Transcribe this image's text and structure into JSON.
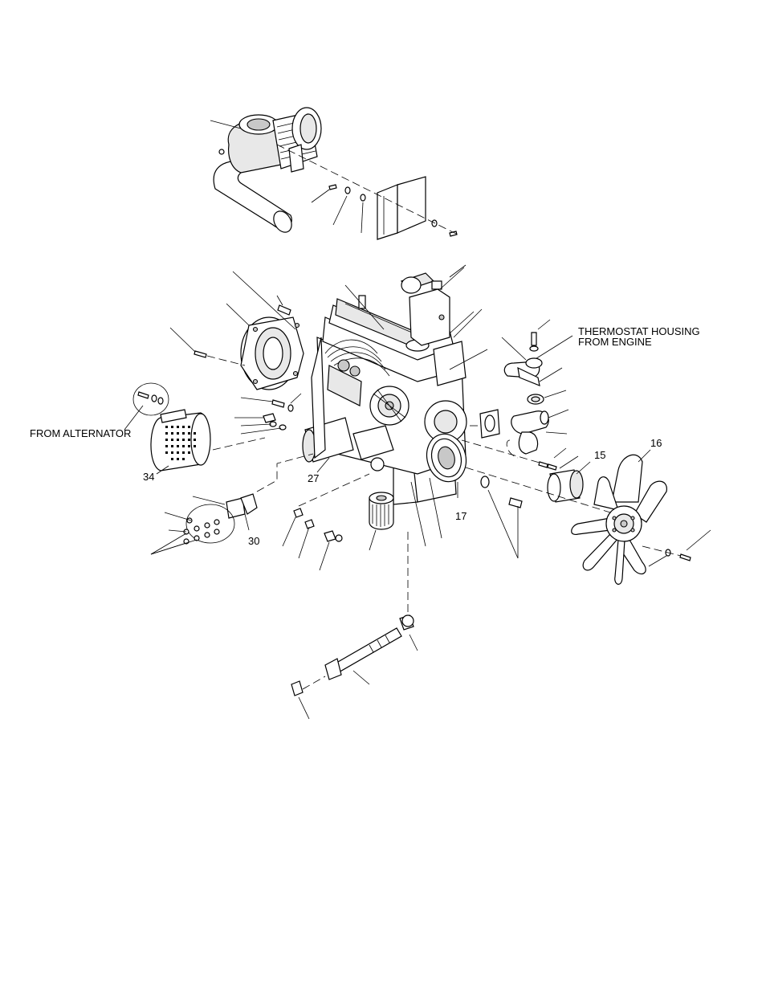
{
  "notes": {
    "thermostat_line1": "THERMOSTAT HOUSING",
    "thermostat_line2": "FROM ENGINE",
    "alternator": "FROM ALTERNATOR"
  },
  "callouts": {
    "c15": "15",
    "c16": "16",
    "c17": "17",
    "c27": "27",
    "c30": "30",
    "c34": "34"
  }
}
